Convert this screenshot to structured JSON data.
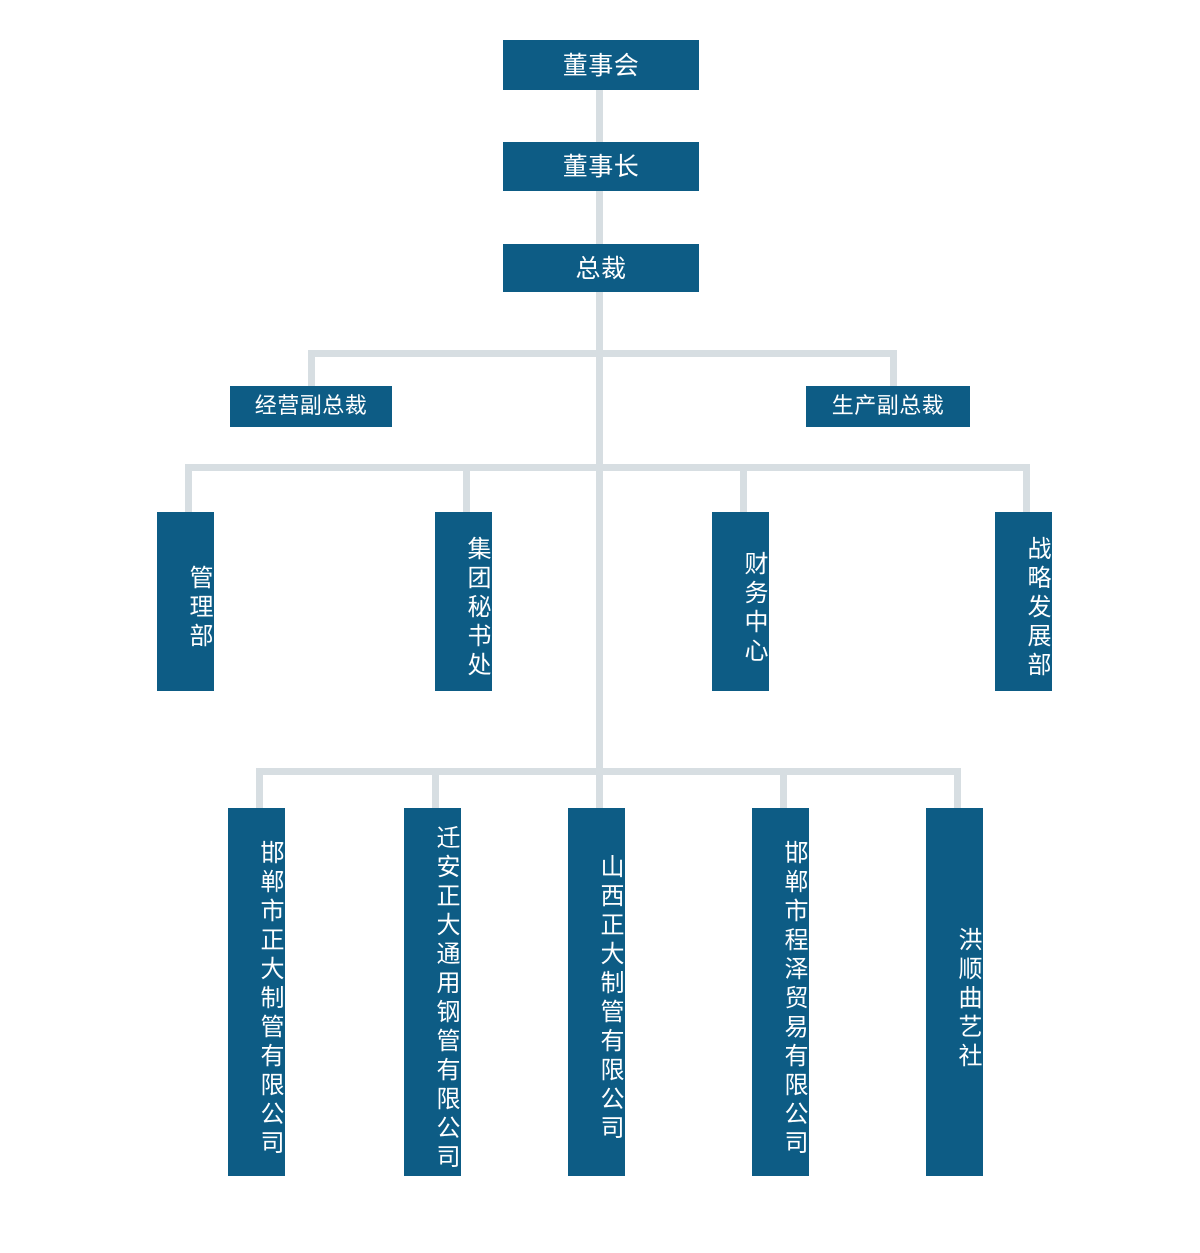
{
  "chart_data": {
    "type": "diagram",
    "diagram_type": "organization-chart",
    "title": "",
    "orientation": "top-down",
    "node_color": "#0d5c85",
    "connector_color": "#d7dee2",
    "text_color": "#ffffff",
    "background": "#ffffff",
    "levels": [
      {
        "level": 1,
        "labels": [
          "董事会"
        ]
      },
      {
        "level": 2,
        "labels": [
          "董事长"
        ]
      },
      {
        "level": 3,
        "labels": [
          "总裁"
        ]
      },
      {
        "level": 4,
        "labels": [
          "经营副总裁",
          "生产副总裁"
        ]
      },
      {
        "level": 5,
        "labels": [
          "管理部",
          "集团秘书处",
          "财务中心",
          "战略发展部"
        ]
      },
      {
        "level": 6,
        "labels": [
          "邯郸市正大制管有限公司",
          "迁安正大通用钢管有限公司",
          "山西正大制管有限公司",
          "邯郸市程泽贸易有限公司",
          "洪顺曲艺社"
        ]
      }
    ]
  },
  "org": {
    "top": {
      "board": "董事会",
      "chairman": "董事长",
      "president": "总裁"
    },
    "vice_presidents": [
      {
        "label": "经营副总裁"
      },
      {
        "label": "生产副总裁"
      }
    ],
    "departments": [
      {
        "label": "管理部"
      },
      {
        "label": "集团秘书处"
      },
      {
        "label": "财务中心"
      },
      {
        "label": "战略发展部"
      }
    ],
    "companies": [
      {
        "label": "邯郸市正大制管有限公司"
      },
      {
        "label": "迁安正大通用钢管有限公司"
      },
      {
        "label": "山西正大制管有限公司"
      },
      {
        "label": "邯郸市程泽贸易有限公司"
      },
      {
        "label": "洪顺曲艺社"
      }
    ]
  }
}
